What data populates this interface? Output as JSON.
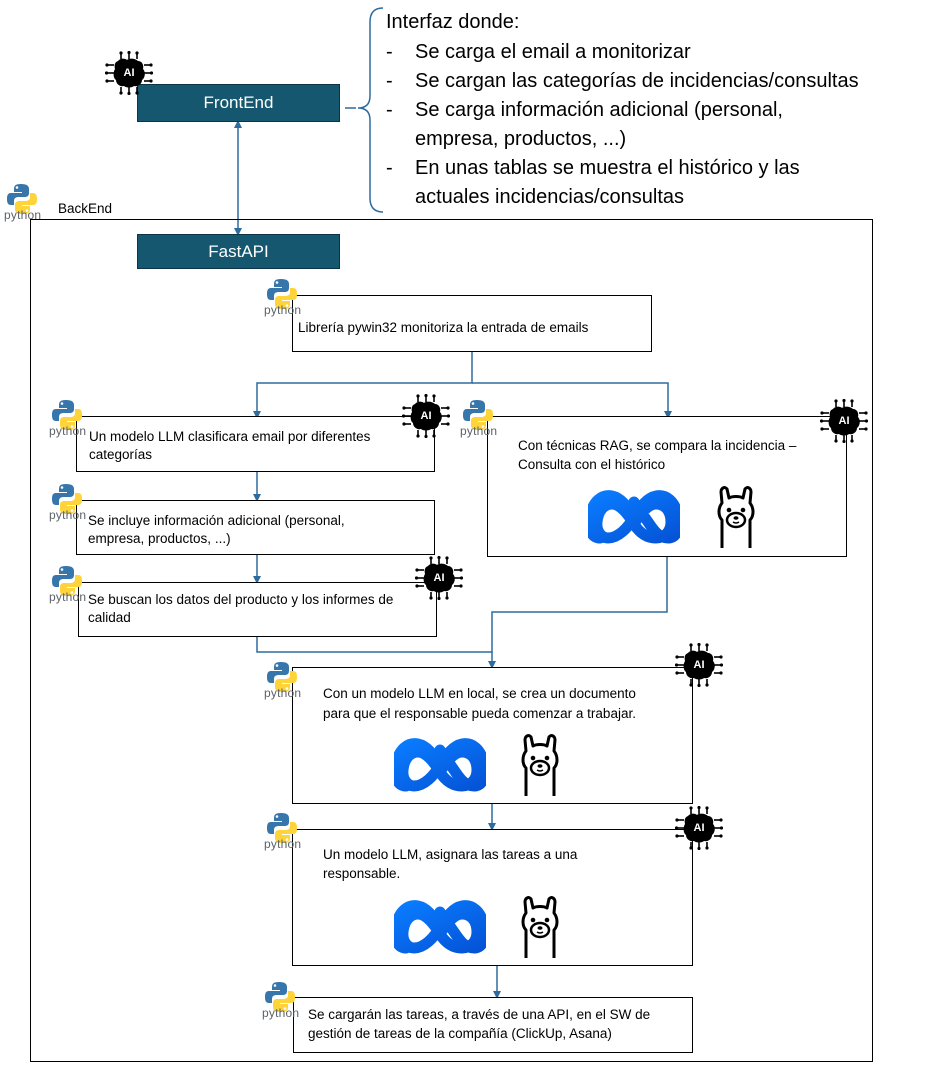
{
  "frontend": {
    "label": "FrontEnd"
  },
  "note": {
    "title": "Interfaz donde:",
    "items": [
      [
        "Se carga el email a monitorizar"
      ],
      [
        "Se cargan las categorías de incidencias/consultas"
      ],
      [
        "Se carga información adicional (personal,",
        "empresa, productos, ...)"
      ],
      [
        "En unas tablas se muestra el histórico y las",
        "actuales incidencias/consultas"
      ]
    ],
    "dash": "-"
  },
  "backend": {
    "label": "BackEnd"
  },
  "fastapi": {
    "label": "FastAPI"
  },
  "nodes": {
    "pywin32": {
      "lines": [
        "Librería pywin32 monitoriza la entrada de emails"
      ]
    },
    "classify": {
      "lines": [
        "Un modelo LLM clasificara email por diferentes",
        "categorías"
      ]
    },
    "additional": {
      "lines": [
        "Se incluye información adicional (personal,",
        "empresa, productos, ...)"
      ]
    },
    "product": {
      "lines": [
        "Se buscan los datos del producto y los informes de",
        "calidad"
      ]
    },
    "rag": {
      "lines": [
        "Con técnicas RAG, se compara la incidencia –",
        "Consulta con el histórico"
      ]
    },
    "document": {
      "lines": [
        "Con un modelo LLM en local, se crea un documento",
        "para que el responsable pueda comenzar a trabajar."
      ]
    },
    "assign": {
      "lines": [
        "Un modelo LLM, asignara las tareas a una",
        "responsable."
      ]
    },
    "load": {
      "lines": [
        "Se cargarán las tareas, a través de una API, en el SW de",
        "gestión de tareas de la compañía (ClickUp, Asana)"
      ]
    }
  },
  "icons": {
    "python_label": "python",
    "ai_label": "AI",
    "names": [
      "python-logo-icon",
      "ai-brain-chip-icon",
      "meta-logo-icon",
      "ollama-llama-icon"
    ]
  },
  "colors": {
    "navy": "#15576f",
    "connector": "#2e6b9e",
    "python_blue": "#3776ab",
    "python_yellow": "#ffd43b",
    "meta_blue": "#0866ff"
  }
}
